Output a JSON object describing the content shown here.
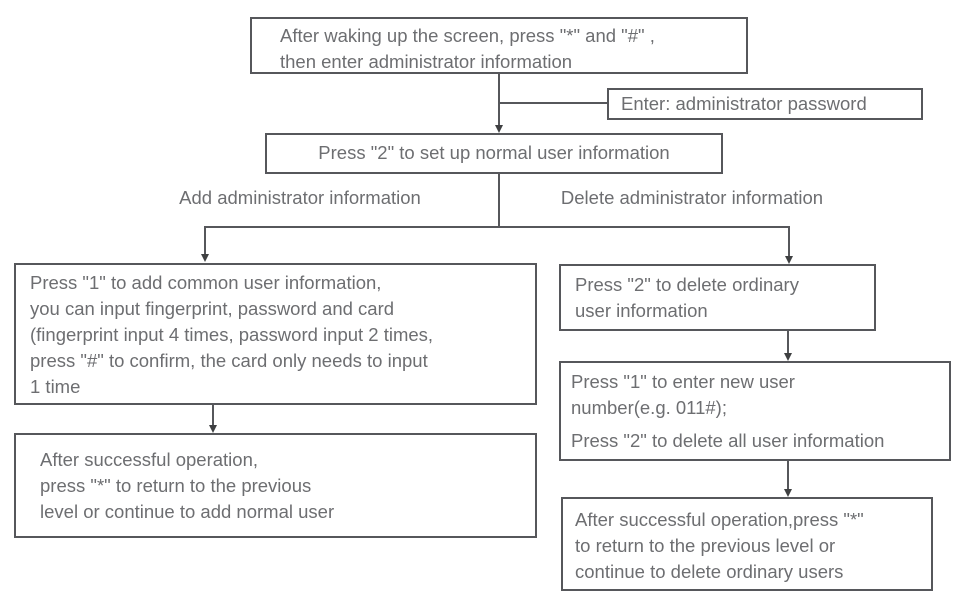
{
  "diagram": {
    "title_hint": "door-lock normal user setup flowchart",
    "colors": {
      "background": "#ffffff",
      "border": "#56575b",
      "text": "#6d6e71",
      "line": "#56575b",
      "arrow": "#3f4042"
    },
    "nodes": {
      "wake": {
        "lines": [
          "After waking up the screen, press \"*\" and \"#\" ,",
          "then enter administrator information"
        ]
      },
      "admin_password": {
        "label": "Enter: administrator password"
      },
      "press2_setup": {
        "label": "Press \"2\" to set up normal user information"
      },
      "branch_left_label": "Add administrator information",
      "branch_right_label": "Delete administrator information",
      "add_user": {
        "lines": [
          "Press \"1\" to add common user information,",
          "you can input fingerprint, password and card",
          "(fingerprint input 4 times, password input 2 times,",
          "press \"#\" to confirm, the card only needs to input",
          "1 time"
        ]
      },
      "add_success": {
        "lines": [
          "After successful operation,",
          "press \"*\" to return to the previous",
          "level or continue to add normal user"
        ]
      },
      "delete_user": {
        "lines": [
          "Press \"2\" to delete ordinary",
          "user information"
        ]
      },
      "delete_options": {
        "lines": [
          "Press \"1\" to enter new user",
          "number(e.g. 011#);",
          "Press \"2\" to delete all user information"
        ]
      },
      "delete_success": {
        "lines": [
          "After successful operation,press \"*\"",
          "to return to the previous level or",
          "continue to delete ordinary users"
        ]
      }
    }
  }
}
